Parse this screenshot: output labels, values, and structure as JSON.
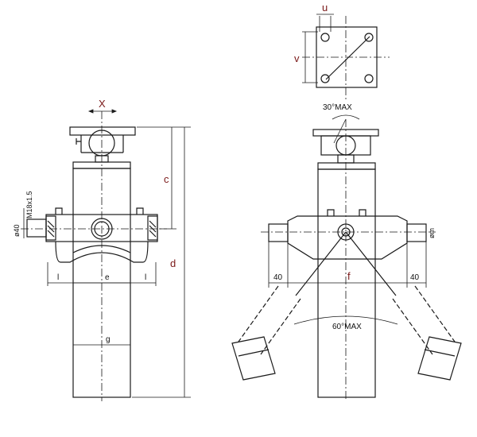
{
  "labels": {
    "x": "X",
    "c": "c",
    "d": "d",
    "e": "e",
    "g": "g",
    "l_left": "l",
    "l_right": "l",
    "dia40": "ø40",
    "thread": "M18x1.5",
    "u": "u",
    "v": "v",
    "angle30": "30°MAX",
    "f": "f",
    "d40_left": "40",
    "d40_right": "40",
    "angle60": "60°MAX",
    "m": "øm"
  },
  "colors": {
    "line": "#1a1a1a",
    "letter": "#7a1818"
  }
}
